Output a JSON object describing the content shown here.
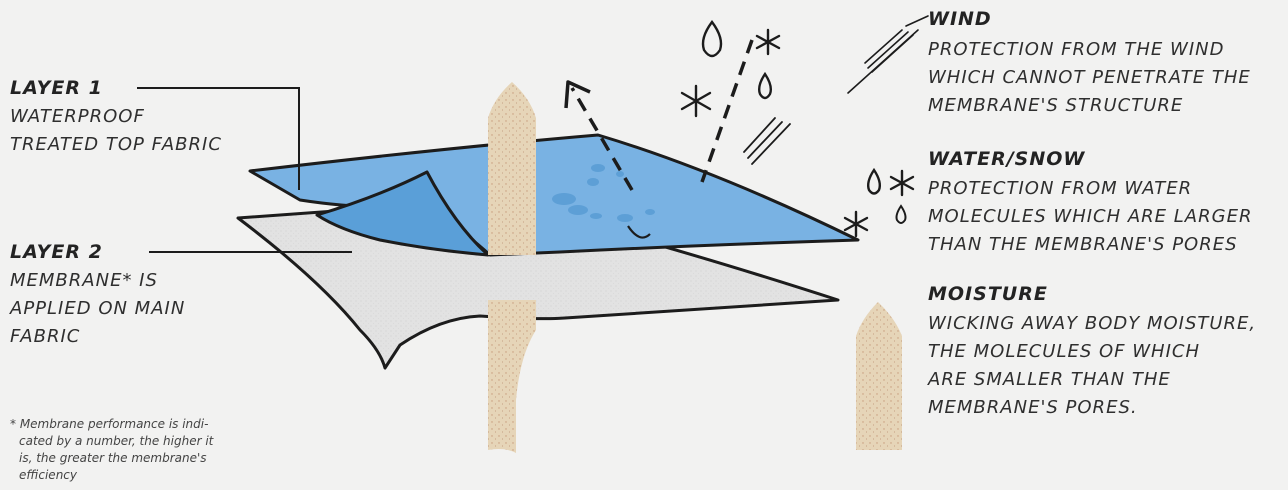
{
  "left_labels": {
    "layer1": {
      "title": "LAYER 1",
      "lines": [
        "WATERPROOF",
        "TREATED TOP FABRIC"
      ]
    },
    "layer2": {
      "title": "LAYER 2",
      "lines": [
        "MEMBRANE* IS",
        "APPLIED ON MAIN",
        "FABRIC"
      ]
    },
    "footnote": {
      "lines": [
        "* Membrane performance is indi-",
        "cated by a number, the higher it",
        "is, the greater the membrane's",
        "efficiency"
      ]
    }
  },
  "legend": {
    "wind": {
      "title": "WIND",
      "lines": [
        "PROTECTION FROM THE WIND",
        "WHICH CANNOT PENETRATE THE",
        "MEMBRANE'S STRUCTURE"
      ]
    },
    "water_snow": {
      "title": "WATER/SNOW",
      "lines": [
        "PROTECTION FROM WATER",
        "MOLECULES WHICH ARE LARGER",
        "THAN THE MEMBRANE'S PORES"
      ]
    },
    "moisture": {
      "title": "MOISTURE",
      "lines": [
        "WICKING AWAY BODY MOISTURE,",
        "THE MOLECULES OF WHICH",
        "ARE SMALLER THAN THE",
        "MEMBRANE'S PORES."
      ]
    }
  },
  "colors": {
    "top_fabric": "#79b2e3",
    "top_fabric_fold": "#5a9fd8",
    "membrane": "#e2e2e2",
    "moisture_arrow": "#e6d5b8",
    "outline": "#1c1c1c",
    "background": "#f2f2f1"
  },
  "icons": {
    "wind": "wind-lines-icon",
    "water": "water-drop-icon",
    "snow": "snowflake-asterisk-icon",
    "moisture": "moisture-arrow-icon"
  }
}
